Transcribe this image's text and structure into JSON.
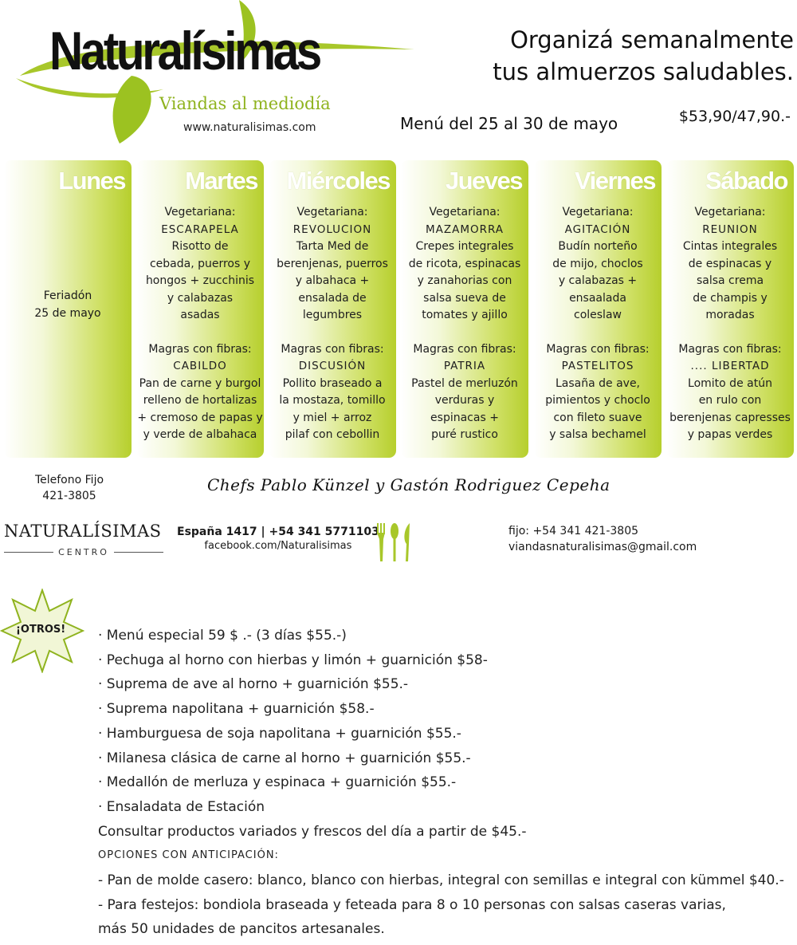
{
  "header": {
    "brand": "Naturalísimas",
    "subtitle": "Viandas al mediodía",
    "website": "www.naturalisimas.com",
    "tagline_1": "Organizá semanalmente",
    "tagline_2": "tus almuerzos saludables.",
    "menu_dates": "Menú del 25 al 30 de mayo",
    "price": "$53,90/47,90.-"
  },
  "colors": {
    "accent": "#b6cf2d",
    "accent_text": "#8fb31e",
    "leaf": "#9cc221"
  },
  "days": [
    {
      "name": "Lunes",
      "holiday": "Feriadón\n25 de mayo"
    },
    {
      "name": "Martes",
      "veg_label": "Vegetariana:",
      "veg_name": "ESCARAPELA",
      "veg_dish": "Risotto de\ncebada, puerros y\nhongos + zucchinis\ny calabazas\nasadas",
      "lean_label": "Magras con fibras:",
      "lean_name": "CABILDO",
      "lean_dish": "Pan de carne y burgol\nrelleno de hortalizas\n+ cremoso de papas y\ny verde de albahaca"
    },
    {
      "name": "Miércoles",
      "veg_label": "Vegetariana:",
      "veg_name": "REVOLUCION",
      "veg_dish": "Tarta Med de\nberenjenas, puerros\ny albahaca +\nensalada de\nlegumbres",
      "lean_label": "Magras con fibras:",
      "lean_name": "DISCUSIÓN",
      "lean_dish": "Pollito braseado a\nla mostaza, tomillo\ny miel  + arroz\npilaf con cebollin"
    },
    {
      "name": "Jueves",
      "veg_label": "Vegetariana:",
      "veg_name": "MAZAMORRA",
      "veg_dish": "Crepes integrales\nde ricota, espinacas\ny zanahorias con\nsalsa sueva de\ntomates y ajillo",
      "lean_label": "Magras con fibras:",
      "lean_name": "PATRIA",
      "lean_dish": "Pastel de merluzón\nverduras y\nespinacas +\npuré rustico"
    },
    {
      "name": "Viernes",
      "veg_label": "Vegetariana:",
      "veg_name": "AGITACIÓN",
      "veg_dish": "Budín norteño\nde mijo, choclos\ny calabazas +\nensaalada\ncoleslaw",
      "lean_label": "Magras con fibras:",
      "lean_name": "PASTELITOS",
      "lean_dish": "Lasaña de ave,\npimientos y choclo\ncon fileto suave\ny salsa bechamel"
    },
    {
      "name": "Sábado",
      "veg_label": "Vegetariana:",
      "veg_name": "REUNION",
      "veg_dish": "Cintas integrales\nde espinacas y\nsalsa crema\nde champis y\nmoradas",
      "lean_label": "Magras con fibras:",
      "lean_name": ".... LIBERTAD",
      "lean_dish": "Lomito de atún\nen rulo con\nberenjenas capresses\ny papas verdes"
    }
  ],
  "info": {
    "phone": "Telefono Fijo\n421-3805",
    "chefs": "Chefs Pablo Künzel y Gastón Rodriguez Cepeha",
    "centro_name": "NATURALÍSIMAS",
    "centro_sub": "CENTRO",
    "address": "España 1417 | +54 341 5771103",
    "facebook": "facebook.com/Naturalisimas",
    "fijo": "fijo: +54 341  421-3805",
    "email": "viandasnaturalisimas@gmail.com"
  },
  "others": {
    "badge": "¡OTROS!",
    "items": [
      "· Menú especial 59 $ .- (3 días $55.-)",
      "· Pechuga al horno con hierbas y limón + guarnición $58-",
      "· Suprema de ave al horno + guarnición $55.-",
      "· Suprema napolitana + guarnición $58.-",
      "· Hamburguesa de soja napolitana + guarnición $55.-",
      "· Milanesa clásica de carne al horno + guarnición $55.-",
      "· Medallón de merluza y espinaca + guarnición $55.-",
      "· Ensaladata de Estación"
    ],
    "consult": "Consultar productos variados y frescos del día a partir de $45.-",
    "options_title": "OPCIONES CON ANTICIPACIÓN:",
    "options": [
      "- Pan de molde casero: blanco, blanco con hierbas, integral con semillas e integral con kümmel $40.-",
      "- Para festejos: bondiola braseada y feteada para 8 o 10 personas con salsas caseras varias,",
      "más 50 unidades de pancitos artesanales."
    ]
  }
}
